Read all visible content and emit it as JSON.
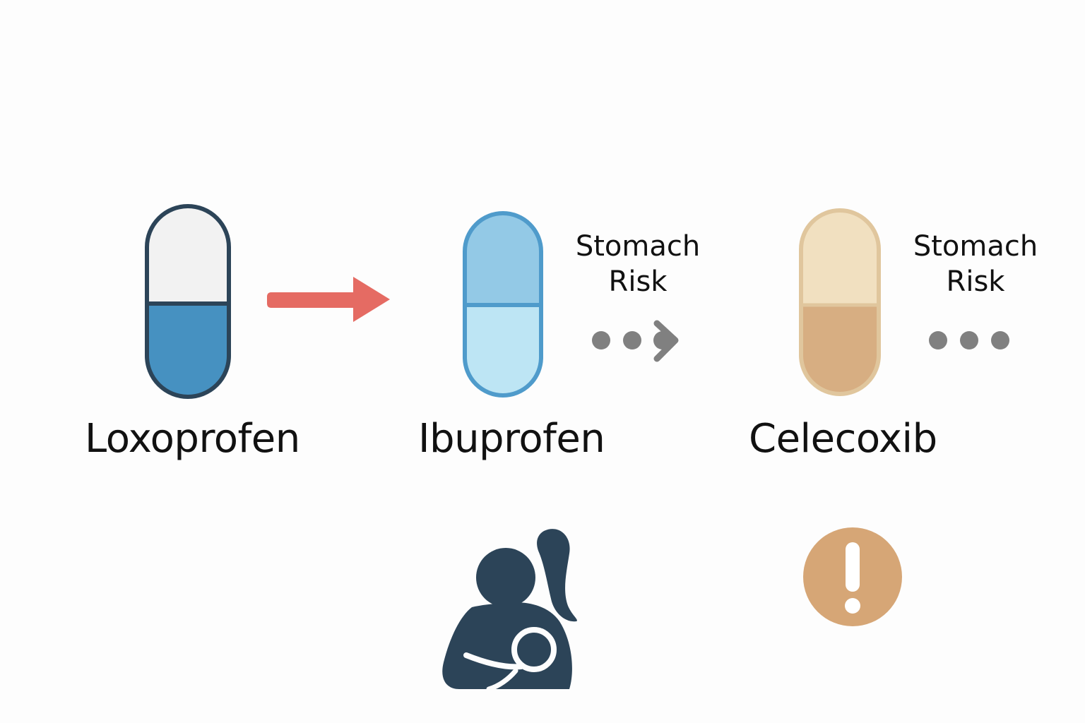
{
  "drugs": [
    {
      "name": "Loxoprofen",
      "colors": {
        "outline": "#2c4458",
        "top": "#f2f2f2",
        "bottom": "#4691c1"
      }
    },
    {
      "name": "Ibuprofen",
      "colors": {
        "outline": "#4f9bcb",
        "top": "#93c9e6",
        "bottom": "#bde5f4"
      }
    },
    {
      "name": "Celecoxib",
      "colors": {
        "outline": "#e0c69d",
        "top": "#f1e0c0",
        "bottom": "#d7ae82"
      }
    }
  ],
  "risk_notes": [
    {
      "line1": "Stomach",
      "line2": "Risk"
    },
    {
      "line1": "Stomach",
      "line2": "Risk"
    }
  ],
  "colors": {
    "arrow": "#e56b63",
    "dots": "#808080",
    "breastfeeding_icon": "#2c4458",
    "warning_icon": "#d6a676",
    "warning_mark": "#ffffff"
  },
  "icons": {
    "arrow": "arrow-right-icon",
    "dotted_arrow": "dotted-arrow-icon",
    "dots": "dots-icon",
    "breastfeeding": "breastfeeding-mother-icon",
    "warning": "exclamation-warning-icon"
  }
}
